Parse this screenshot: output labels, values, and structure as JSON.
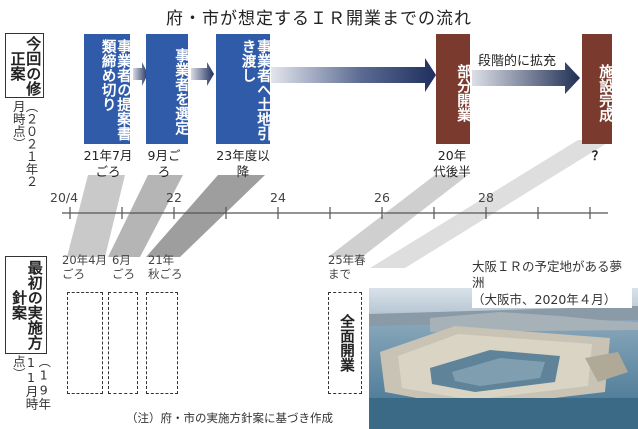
{
  "title": "府・市が想定するＩＲ開業までの流れ",
  "current_plan": {
    "label": "今回の修正案",
    "note": "（２０２１年２月時点）",
    "steps": [
      {
        "label": "事業者の提案書類締め切り",
        "when": "21年7月ごろ"
      },
      {
        "label": "事業者を選定",
        "when": "9月ごろ"
      },
      {
        "label": "事業者へ土地引き渡し",
        "when": "23年度以降"
      },
      {
        "label": "部分開業",
        "when": "20年代後半"
      },
      {
        "label": "施設完成",
        "when": "？"
      }
    ],
    "expand_label": "段階的に拡充"
  },
  "timeline": {
    "ticks": [
      "20/4",
      "22",
      "24",
      "26",
      "28"
    ]
  },
  "initial_plan": {
    "label": "最初の実施方針案",
    "note": "（19年11月時点）",
    "items": [
      {
        "when": "20年4月ごろ"
      },
      {
        "when": "6月ごろ"
      },
      {
        "when": "21年秋ごろ"
      },
      {
        "when": "25年春まで",
        "label": "全面開業"
      }
    ]
  },
  "photo": {
    "caption_line1": "大阪ＩＲの予定地がある夢洲",
    "caption_line2": "（大阪市、2020年４月）"
  },
  "footnote": "（注）府・市の実施方針案に基づき作成",
  "colors": {
    "blue": "#2f5ba8",
    "brown": "#7b3a2e",
    "navy": "#1e2f5e"
  }
}
